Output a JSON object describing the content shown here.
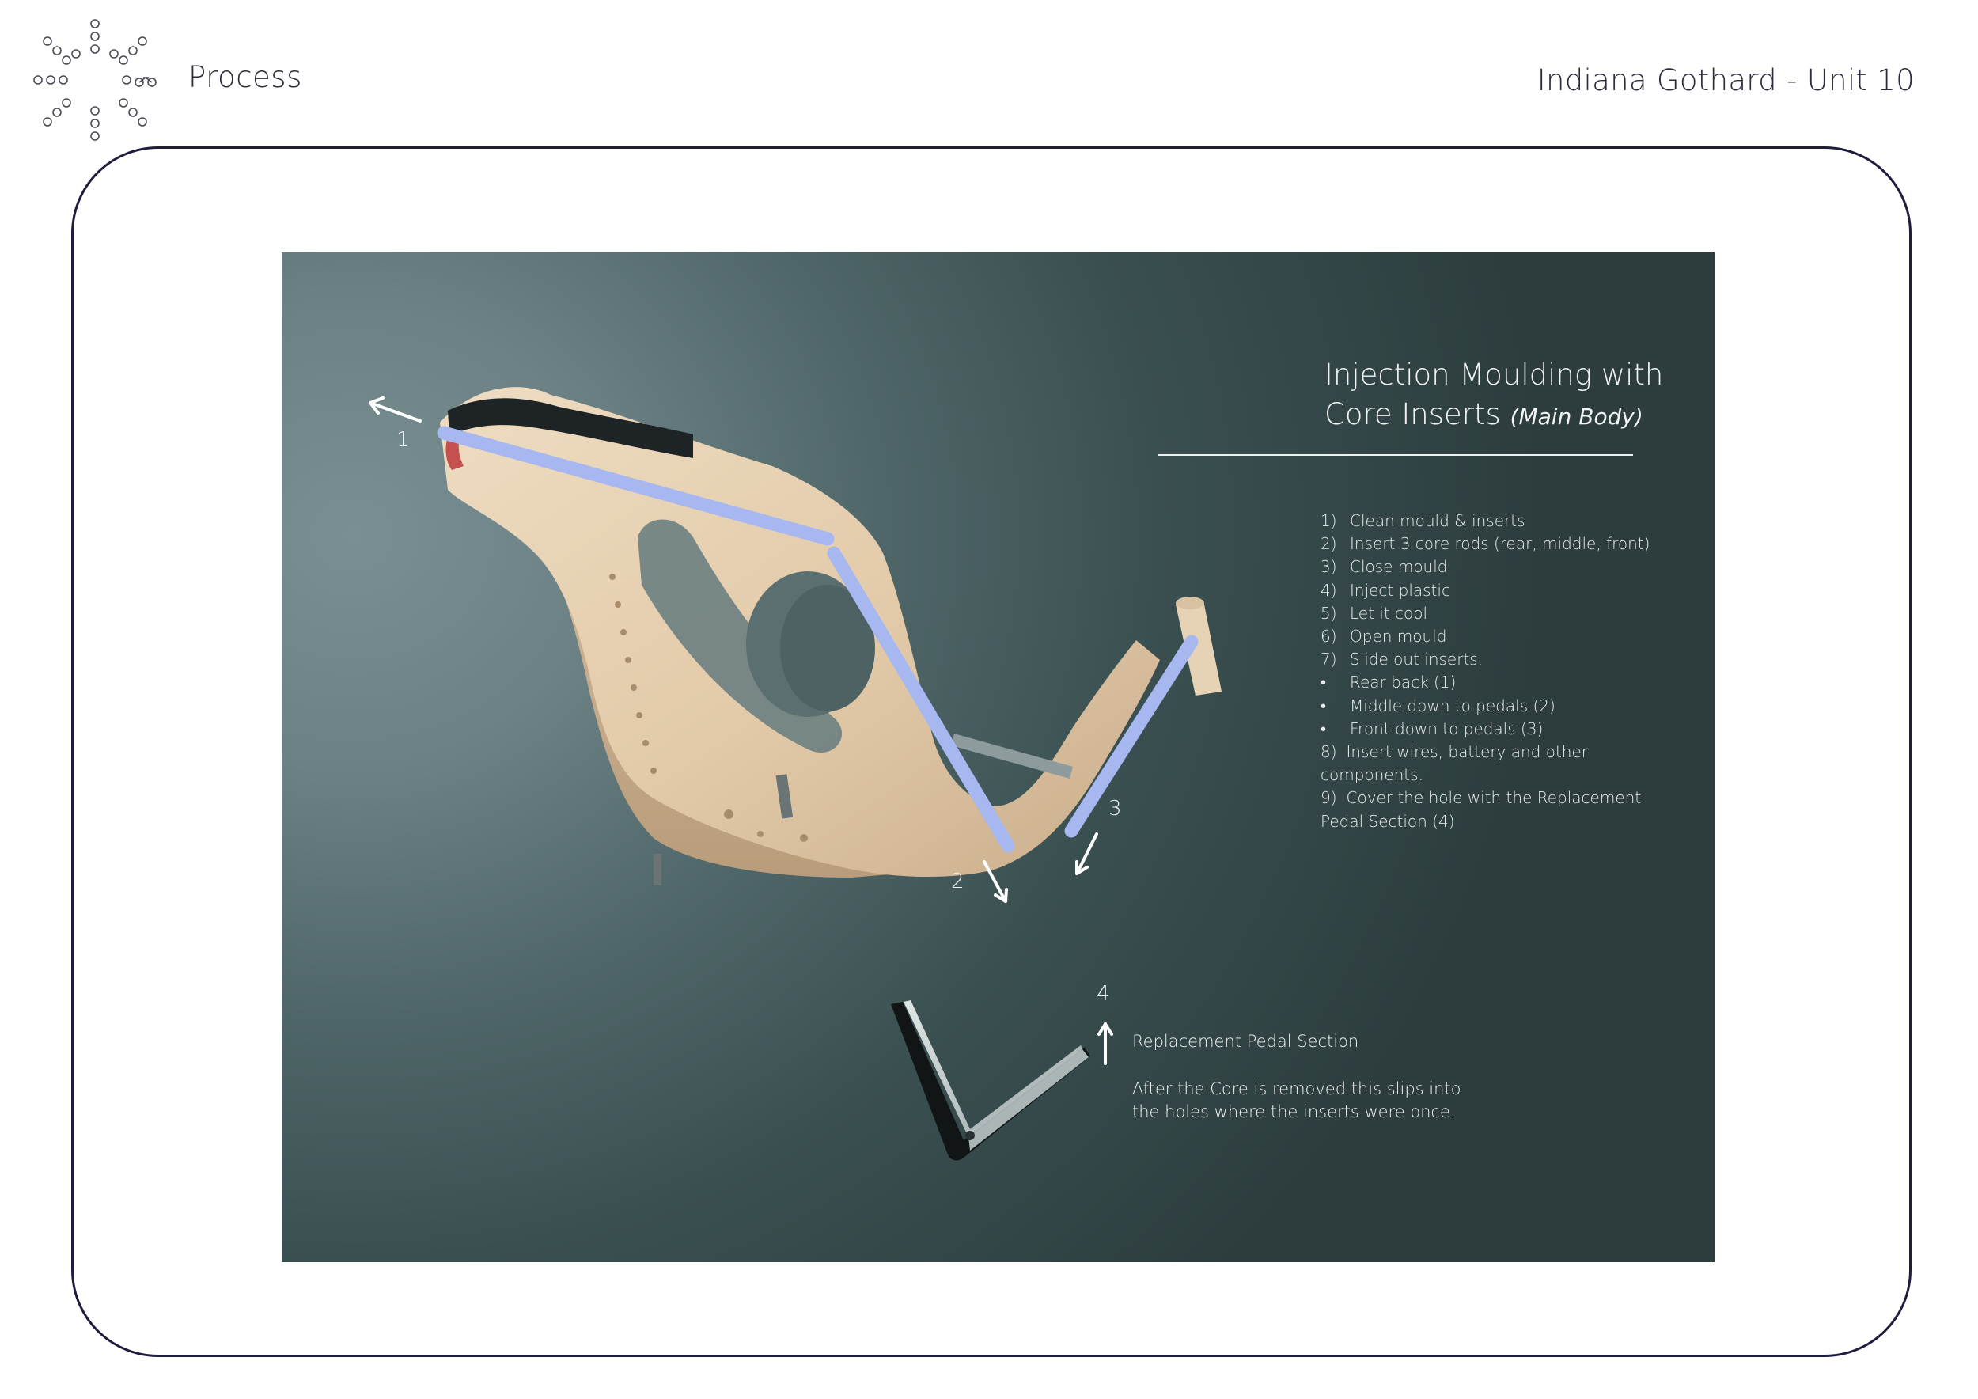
{
  "header": {
    "title": "Process",
    "author": "Indiana Gothard - Unit 10"
  },
  "panel": {
    "title_line1": "Injection Moulding with",
    "title_line2": "Core Inserts",
    "title_sub": "(Main Body)",
    "steps": [
      {
        "num": "1)",
        "text": "Clean mould & inserts"
      },
      {
        "num": "2)",
        "text": "Insert 3 core rods (rear, middle, front)"
      },
      {
        "num": "3)",
        "text": "Close mould"
      },
      {
        "num": "4)",
        "text": "Inject plastic"
      },
      {
        "num": "5)",
        "text": "Let it cool"
      },
      {
        "num": "6)",
        "text": "Open mould"
      },
      {
        "num": "7)",
        "text": "Slide out inserts,"
      },
      {
        "num": "•",
        "text": "Rear back (1)"
      },
      {
        "num": "•",
        "text": "Middle down to pedals (2)"
      },
      {
        "num": "•",
        "text": "Front down to pedals (3)"
      },
      {
        "num": "8)",
        "text": "Insert wires, battery and other components."
      },
      {
        "num": "9)",
        "text": "Cover the hole with the Replacement Pedal Section (4)"
      }
    ],
    "markers": [
      "1",
      "2",
      "3",
      "4"
    ],
    "replacement": {
      "title": "Replacement Pedal Section",
      "description": "After the Core is removed this slips into the holes where the inserts were once."
    }
  },
  "colors": {
    "frame": "#1f1d3d",
    "core_rods": "#a6b8ef",
    "body": "#e8d3b6"
  }
}
